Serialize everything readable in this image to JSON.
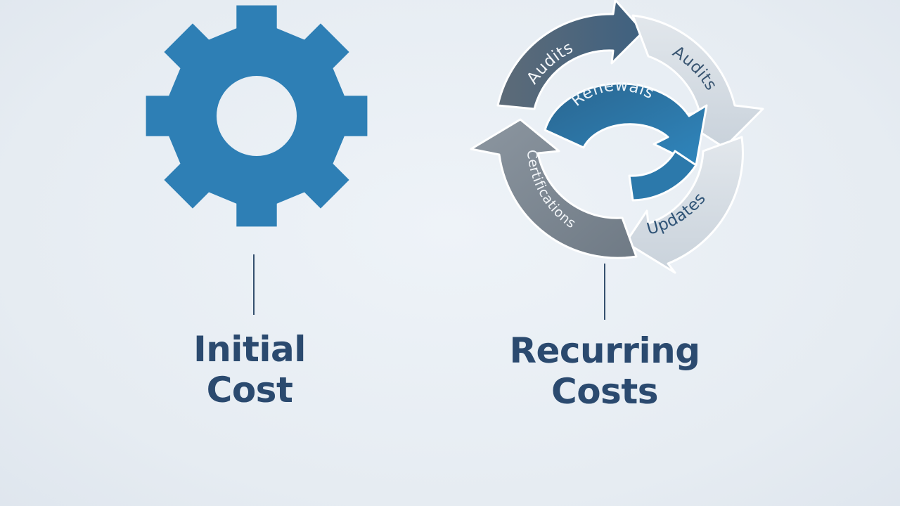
{
  "left": {
    "title_line1": "Initial",
    "title_line2": "Cost",
    "icon": "gear-icon"
  },
  "right": {
    "title_line1": "Recurring",
    "title_line2": "Costs",
    "icon": "cycle-arrows-icon",
    "labels": {
      "top_left": "Audits",
      "top_right": "Audits",
      "center": "Renewals",
      "left": "Certifications",
      "bottom_right": "Updates"
    }
  },
  "colors": {
    "background": "#e9eef4",
    "gear_blue": "#2e7fb5",
    "title_navy": "#2b4a6f",
    "arrow_gray": "#7d8791",
    "arrow_light": "#d6dde4",
    "arrow_dark": "#3f6180",
    "arrow_blue": "#2c79ab"
  }
}
